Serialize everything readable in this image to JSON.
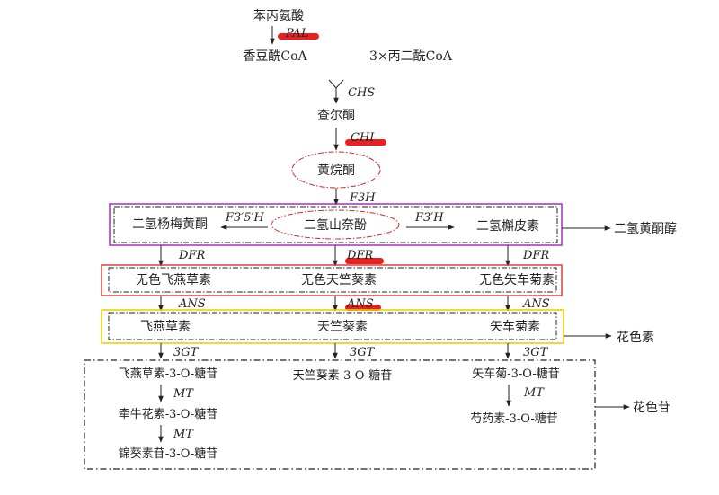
{
  "colors": {
    "text": "#222222",
    "purple_box": "#a020c0",
    "red_box": "#e0302a",
    "yellow_box": "#f0d000",
    "black_box": "#222222",
    "ellipse": "#d42a2a",
    "highlight": "#e82020"
  },
  "top": {
    "phenylalanine": "苯丙氨酸",
    "pal": "PAL",
    "coumaroyl_coa": "香豆酰CoA",
    "malonyl_coa": "3×丙二酰CoA",
    "chs": "CHS",
    "chalcone": "查尔酮",
    "chi": "CHI",
    "flavanone": "黄烷酮",
    "f3h": "F3H"
  },
  "dihydro": {
    "myricetin": "二氢杨梅黄酮",
    "f3p5ph": "F3′5′H",
    "kaempferol": "二氢山奈酚",
    "f3ph": "F3′H",
    "quercetin": "二氢槲皮素",
    "group": "二氢黄酮醇"
  },
  "dfr": {
    "left": "DFR",
    "center": "DFR",
    "right": "DFR"
  },
  "leuco": {
    "left": "无色飞燕草素",
    "center": "无色天竺葵素",
    "right": "无色矢车菊素"
  },
  "ans": {
    "left": "ANS",
    "center": "ANS",
    "right": "ANS"
  },
  "anthocyanidin": {
    "left": "飞燕草素",
    "center": "天竺葵素",
    "right": "矢车菊素",
    "group": "花色素"
  },
  "gt": {
    "left": "3GT",
    "center": "3GT",
    "right": "3GT"
  },
  "glycoside": {
    "delphinidin_g": "飞燕草素-3-O-糖苷",
    "mt1": "MT",
    "petunidin_g": "牵牛花素-3-O-糖苷",
    "mt2": "MT",
    "malvidin_g": "锦葵素苷-3-O-糖苷",
    "pelargonidin_g": "天竺葵素-3-O-糖苷",
    "cyanidin_g": "矢车菊-3-O-糖苷",
    "mt3": "MT",
    "peonidin_g": "芍药素-3-O-糖苷",
    "group": "花色苷"
  }
}
